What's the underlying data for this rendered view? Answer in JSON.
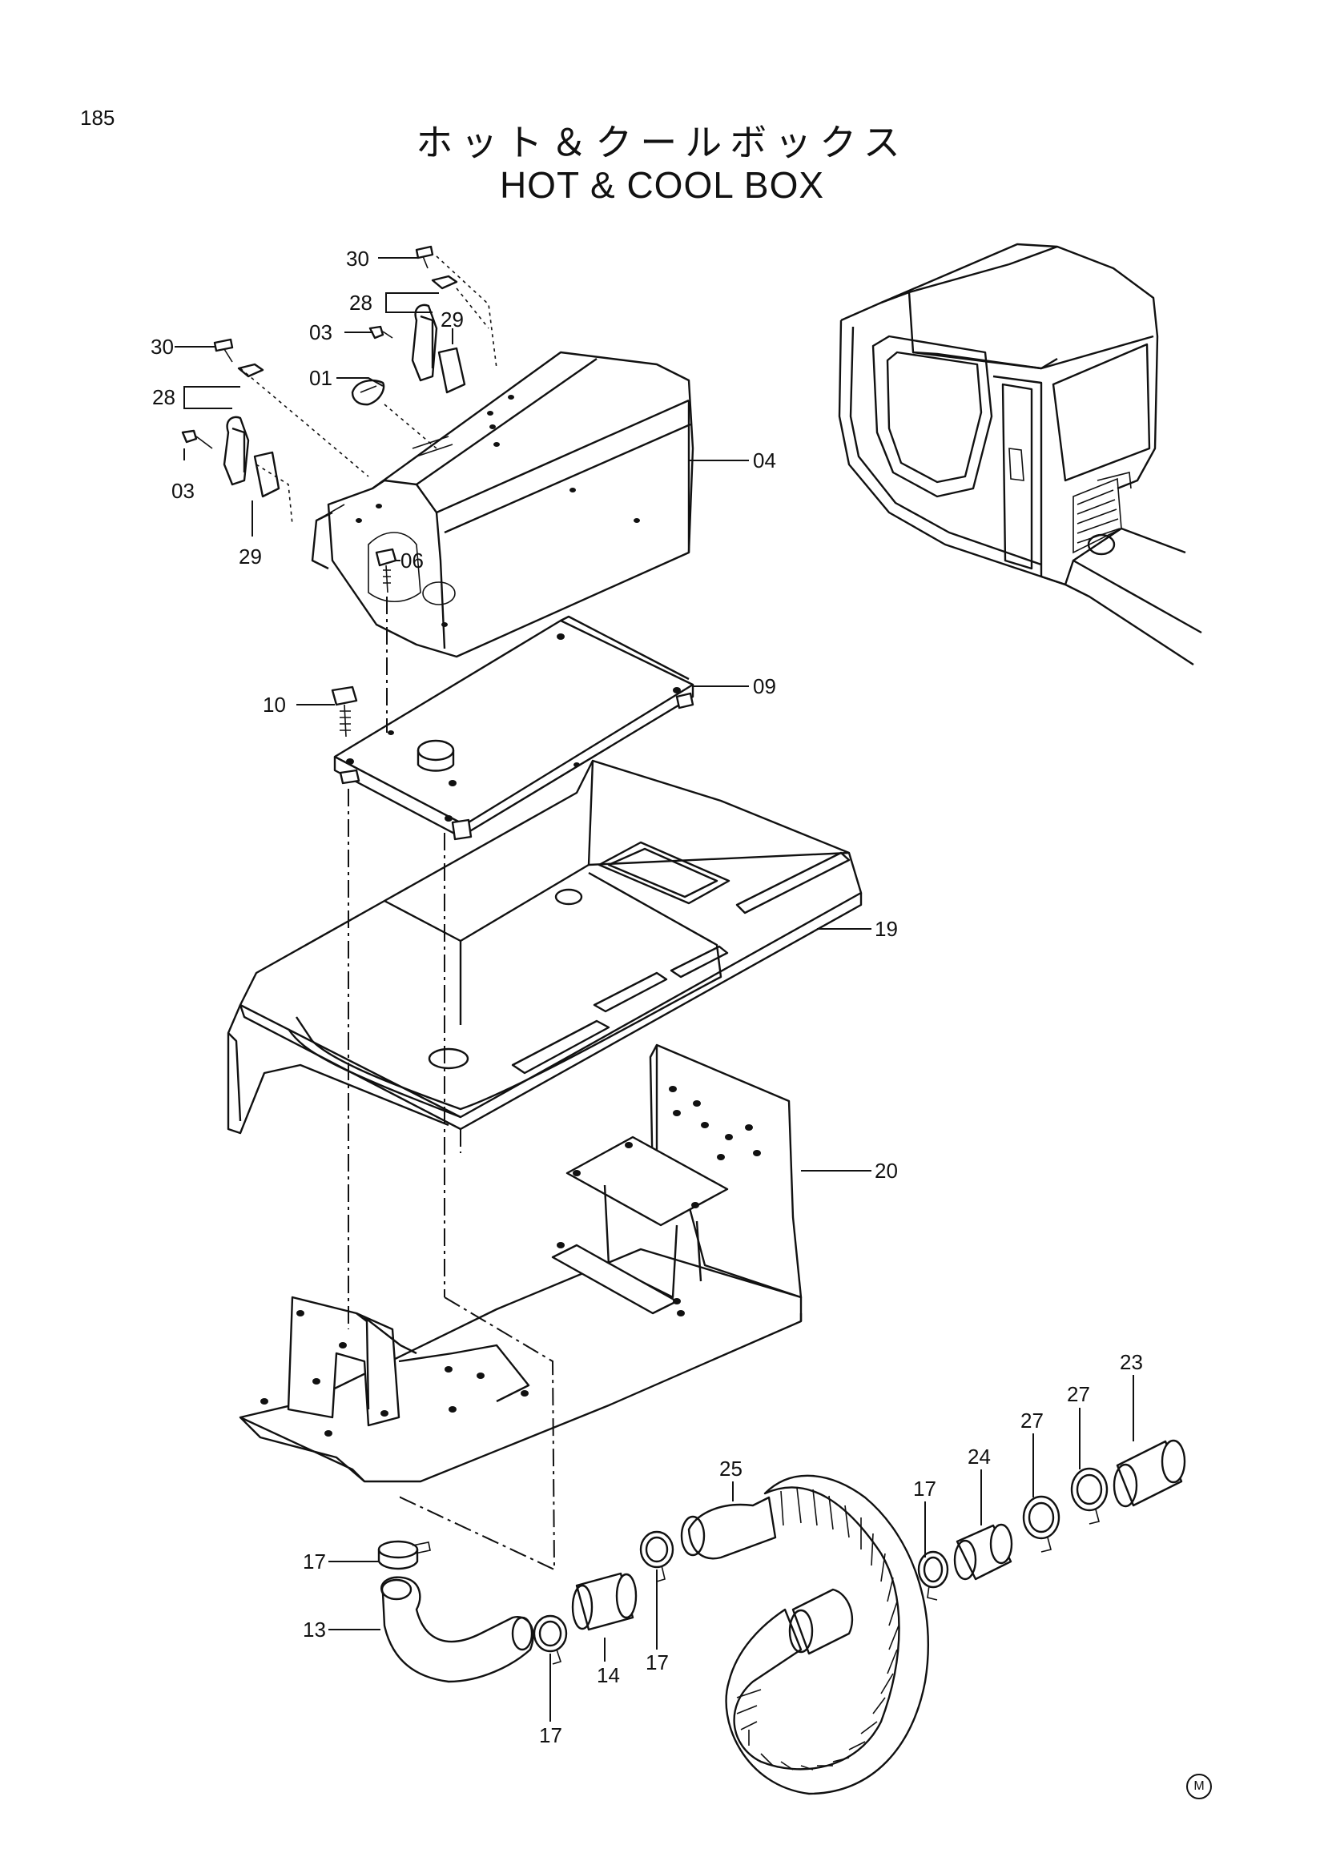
{
  "page_number": "185",
  "title_jp": "ホット＆クールボックス",
  "title_en": "HOT & COOL  BOX",
  "labels": {
    "p30a": "30",
    "p28a": "28",
    "p03a": "03",
    "p29a": "29",
    "p01": "01",
    "p30b": "30",
    "p28b": "28",
    "p03b": "03",
    "p29b": "29",
    "p04": "04",
    "p06": "06",
    "p10": "10",
    "p09": "09",
    "p19": "19",
    "p20": "20",
    "p23": "23",
    "p27a": "27",
    "p27b": "27",
    "p24": "24",
    "p17a": "17",
    "p25": "25",
    "p17b": "17",
    "p13": "13",
    "p14": "14",
    "p17c": "17",
    "p17d": "17"
  },
  "corner_mark": "M",
  "icons": [
    "hot-cool-box",
    "base-plate",
    "console-tray",
    "support-bracket",
    "hose",
    "hose-clamp",
    "cab-view"
  ]
}
